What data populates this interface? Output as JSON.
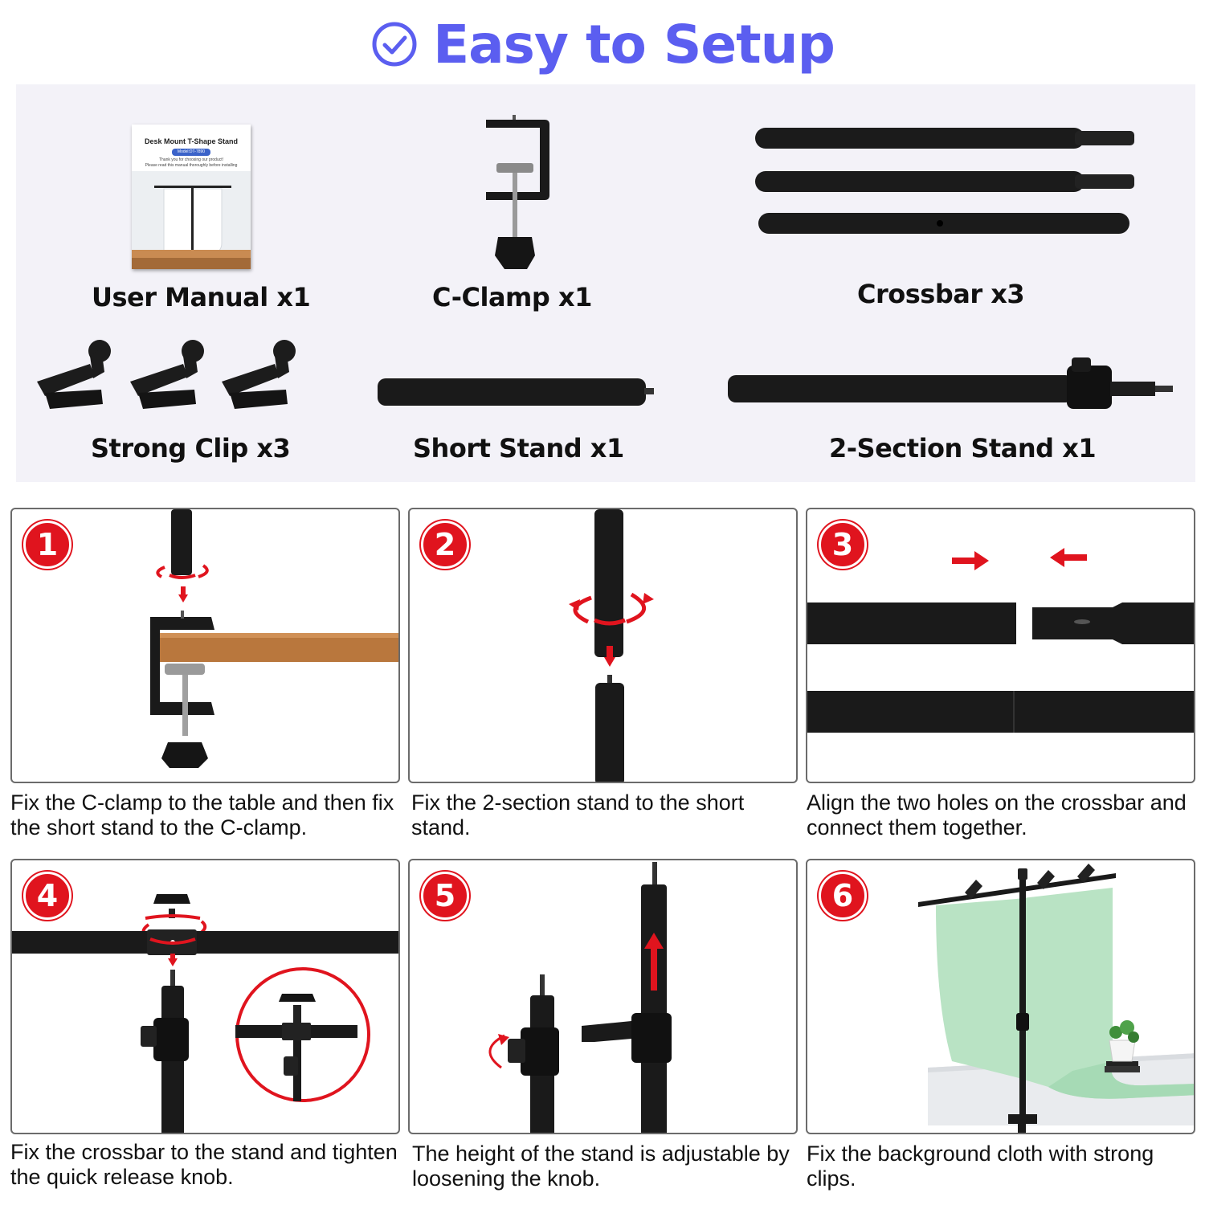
{
  "header": {
    "title": "Easy to Setup",
    "accent_color": "#5b5ef0",
    "icon": "check-circle-icon"
  },
  "manual_cover": {
    "title": "Desk Mount T-Shape Stand",
    "model": "Model:DT-7890",
    "line1": "Thank you for choosing our product!",
    "line2": "Please read this manual thoroughly before installing"
  },
  "parts": [
    {
      "label": "User Manual x1"
    },
    {
      "label": "C-Clamp x1"
    },
    {
      "label": "Crossbar x3"
    },
    {
      "label": "Strong Clip x3"
    },
    {
      "label": "Short Stand x1"
    },
    {
      "label": "2-Section Stand x1"
    }
  ],
  "steps": [
    {
      "number": "1",
      "caption": "Fix the C-clamp to the table and then fix the short stand to the C-clamp."
    },
    {
      "number": "2",
      "caption": "Fix the 2-section stand to the short stand."
    },
    {
      "number": "3",
      "caption": "Align the two holes on the crossbar and connect them together."
    },
    {
      "number": "4",
      "caption": "Fix the crossbar to the stand and tighten the quick release knob."
    },
    {
      "number": "5",
      "caption": "The height of the stand is adjustable by loosening the knob."
    },
    {
      "number": "6",
      "caption": "Fix the background cloth with strong clips."
    }
  ],
  "colors": {
    "badge": "#e0141e",
    "arrow": "#e0141e",
    "panel_bg": "#f3f2f8",
    "backdrop": "#b9e3c4"
  }
}
